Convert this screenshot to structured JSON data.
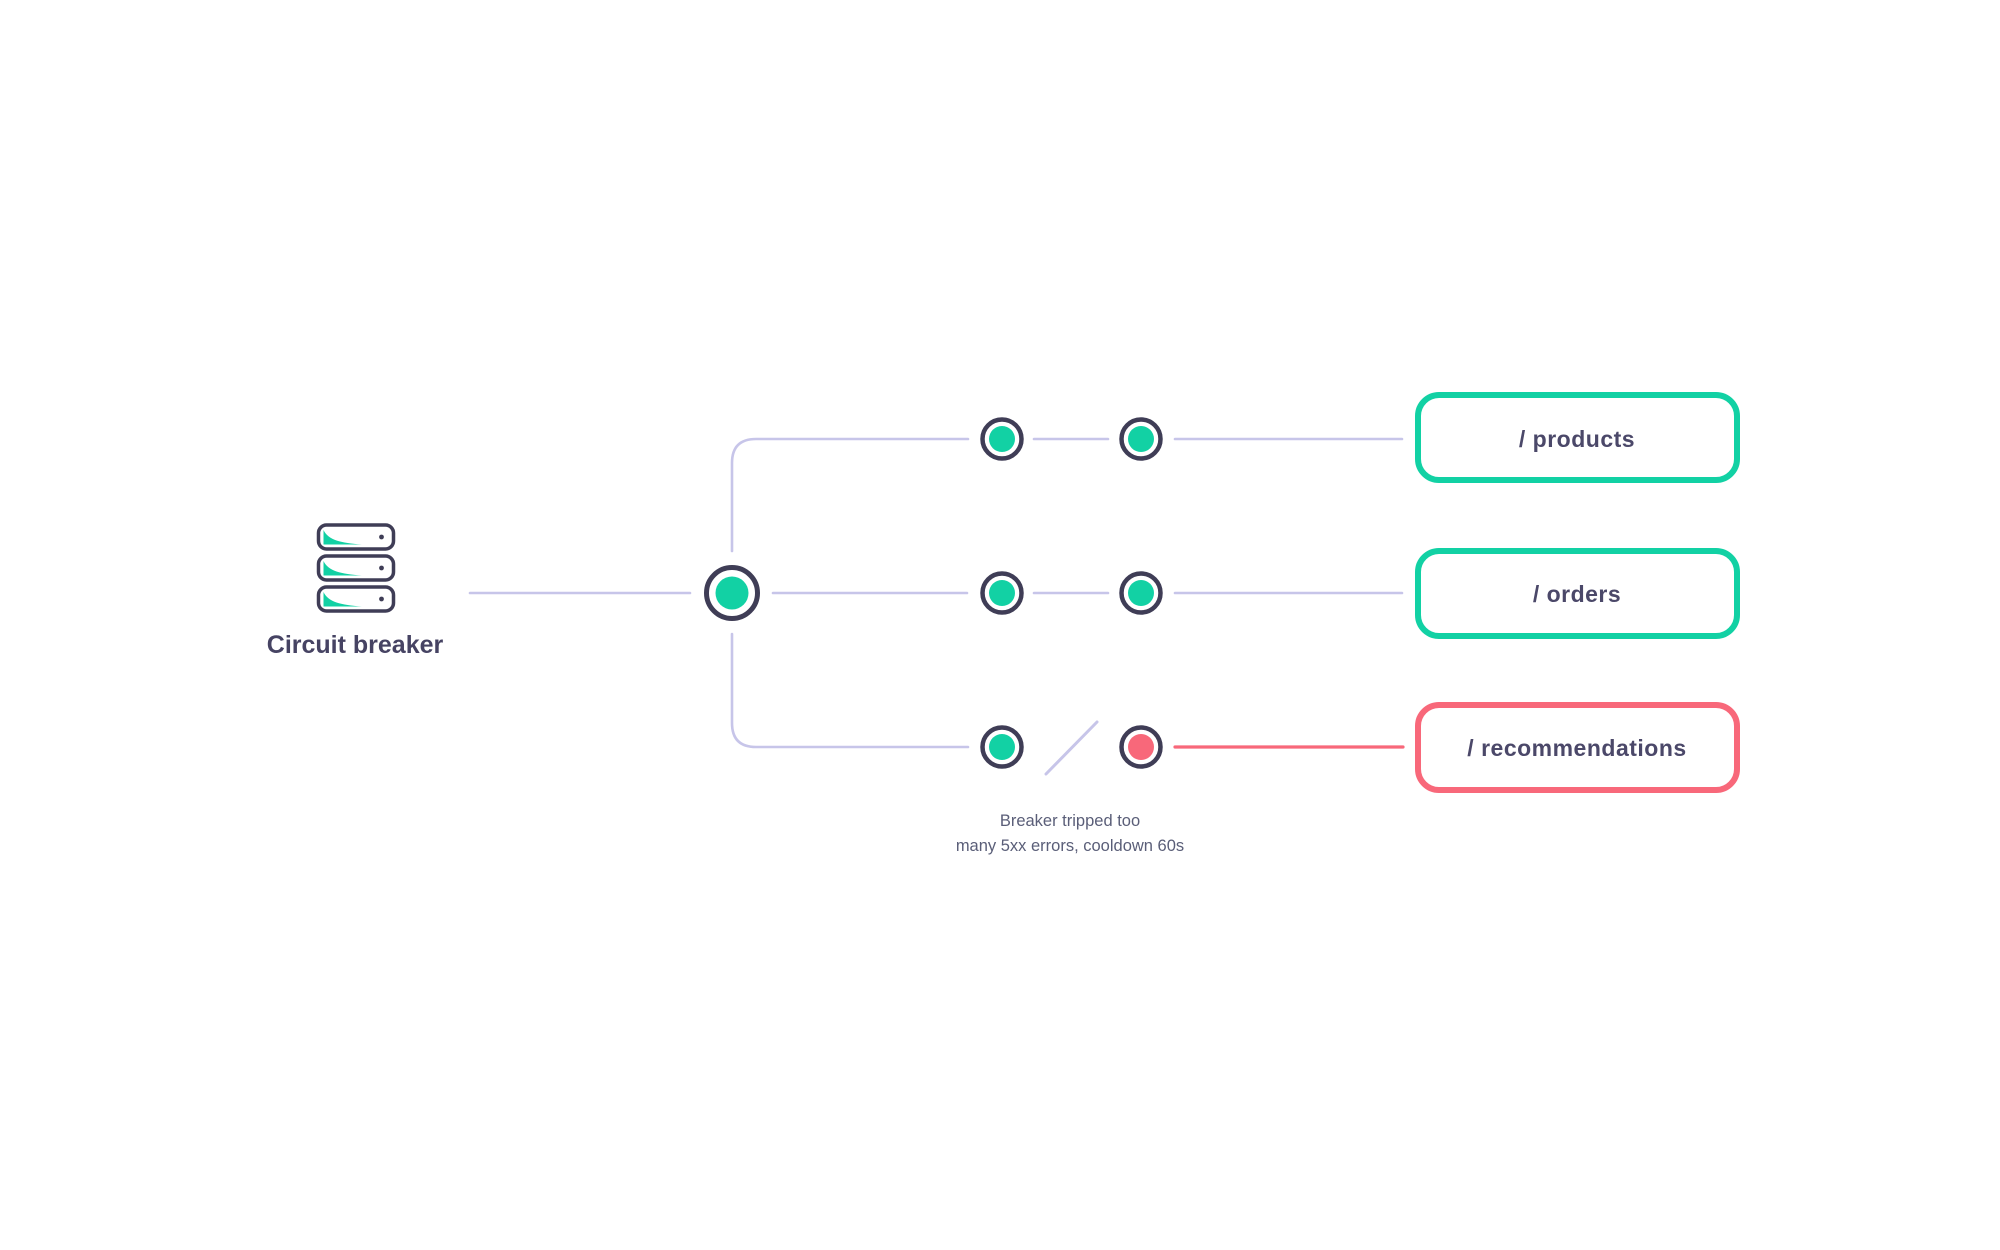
{
  "colors": {
    "green": "#12d1a4",
    "red": "#f8687a",
    "navy": "#3f3d56",
    "lavender": "#c7c5e9",
    "label_dark": "#464363",
    "caption_gray": "#5a5e78",
    "background": "#ffffff"
  },
  "source": {
    "label": "Circuit breaker",
    "icon": "server-stack-icon"
  },
  "breaker": {
    "state_color": "#12d1a4"
  },
  "branches": [
    {
      "endpoint": "/ products",
      "border_color": "#12d1a4",
      "node1_color": "#12d1a4",
      "node2_color": "#12d1a4",
      "link_color": "#c7c5e9"
    },
    {
      "endpoint": "/ orders",
      "border_color": "#12d1a4",
      "node1_color": "#12d1a4",
      "node2_color": "#12d1a4",
      "link_color": "#c7c5e9"
    },
    {
      "endpoint": "/ recommendations",
      "border_color": "#f8687a",
      "node1_color": "#12d1a4",
      "node2_color": "#f8687a",
      "link_color": "#f8687a"
    }
  ],
  "annotation": {
    "line1": "Breaker tripped too",
    "line2": "many 5xx errors, cooldown 60s"
  }
}
